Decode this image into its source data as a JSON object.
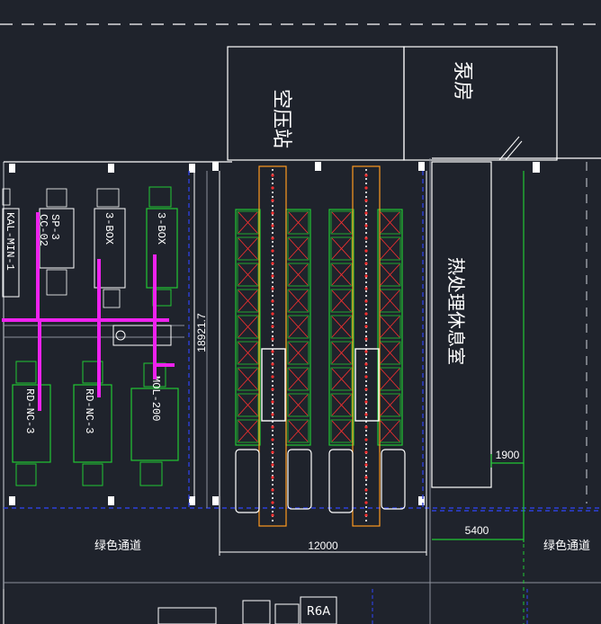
{
  "rooms": {
    "air_compressor": "空压站",
    "pump_room": "泵房",
    "heat_treatment_lounge": "热处理休息室"
  },
  "corridors": {
    "left": "绿色通道",
    "right": "绿色通道"
  },
  "dimensions": {
    "vertical": "18921.7",
    "bay_width": "12000",
    "corridor_width": "5400",
    "offset": "1900"
  },
  "equipment": {
    "kal_min": "KAL-MIN-1",
    "sp_cc": "SP-3\nCC-02",
    "unit_a": "3-BOX",
    "unit_b": "3-BOX",
    "rd_nc_1": "RD-NC-3",
    "rd_nc_2": "RD-NC-3",
    "mol": "MOL-200",
    "r6a": "R6A"
  },
  "colors": {
    "background": "#1f232c",
    "line": "#ffffff",
    "green": "#22c833",
    "magenta": "#ee22ee",
    "blue": "#2d3fd8",
    "red": "#ff3030",
    "orange": "#ff9a20"
  }
}
